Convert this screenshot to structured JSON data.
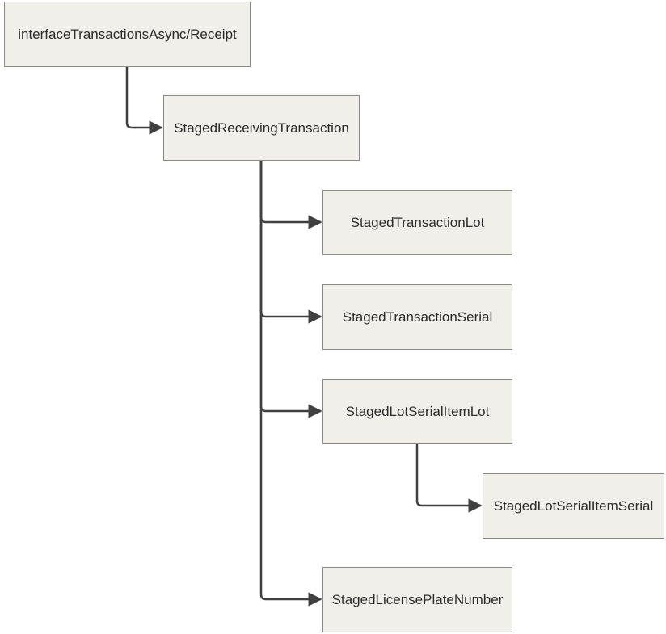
{
  "diagram": {
    "nodes": [
      {
        "id": "root",
        "label": "interfaceTransactionsAsync/Receipt"
      },
      {
        "id": "srt",
        "label": "StagedReceivingTransaction"
      },
      {
        "id": "stl",
        "label": "StagedTransactionLot"
      },
      {
        "id": "sts",
        "label": "StagedTransactionSerial"
      },
      {
        "id": "slsil",
        "label": "StagedLotSerialItemLot"
      },
      {
        "id": "slsis",
        "label": "StagedLotSerialItemSerial"
      },
      {
        "id": "slpn",
        "label": "StagedLicensePlateNumber"
      }
    ],
    "edges": [
      {
        "from": "root",
        "to": "srt"
      },
      {
        "from": "srt",
        "to": "stl"
      },
      {
        "from": "srt",
        "to": "sts"
      },
      {
        "from": "srt",
        "to": "slsil"
      },
      {
        "from": "slsil",
        "to": "slsis"
      },
      {
        "from": "srt",
        "to": "slpn"
      }
    ],
    "colors": {
      "node_fill": "#f1efea",
      "node_border": "#8a8a85",
      "connector": "#404040"
    }
  }
}
